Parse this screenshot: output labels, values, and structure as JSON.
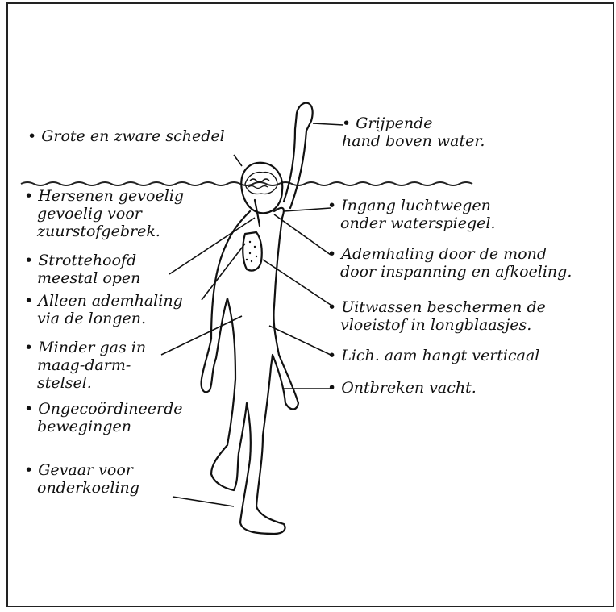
{
  "labels_left": [
    {
      "lines": [
        "Grote en zware schedel"
      ]
    },
    {
      "lines": [
        "Hersenen gevoelig",
        "gevoelig voor",
        "zuurstofgebrek."
      ]
    },
    {
      "lines": [
        "Strottehoofd",
        "meestal open"
      ]
    },
    {
      "lines": [
        "Alleen ademhaling",
        "via de longen."
      ]
    },
    {
      "lines": [
        "Minder gas in",
        "maag-darm-",
        "stelsel."
      ]
    },
    {
      "lines": [
        "Ongecoördineerde",
        "bewegingen"
      ]
    },
    {
      "lines": [
        "Gevaar voor",
        "onderkoeling"
      ]
    }
  ],
  "labels_right": [
    {
      "lines": [
        "Grijpende",
        "hand boven water."
      ]
    },
    {
      "lines": [
        "Ingang luchtwegen",
        "onder waterspiegel."
      ]
    },
    {
      "lines": [
        "Ademhaling door de mond",
        "door inspanning en afkoeling."
      ]
    },
    {
      "lines": [
        "Uitwassen beschermen de",
        "vloeistof in longblaasjes."
      ]
    },
    {
      "lines": [
        "Lich. aam hangt verticaal"
      ]
    },
    {
      "lines": [
        "Ontbreken vacht."
      ]
    }
  ]
}
